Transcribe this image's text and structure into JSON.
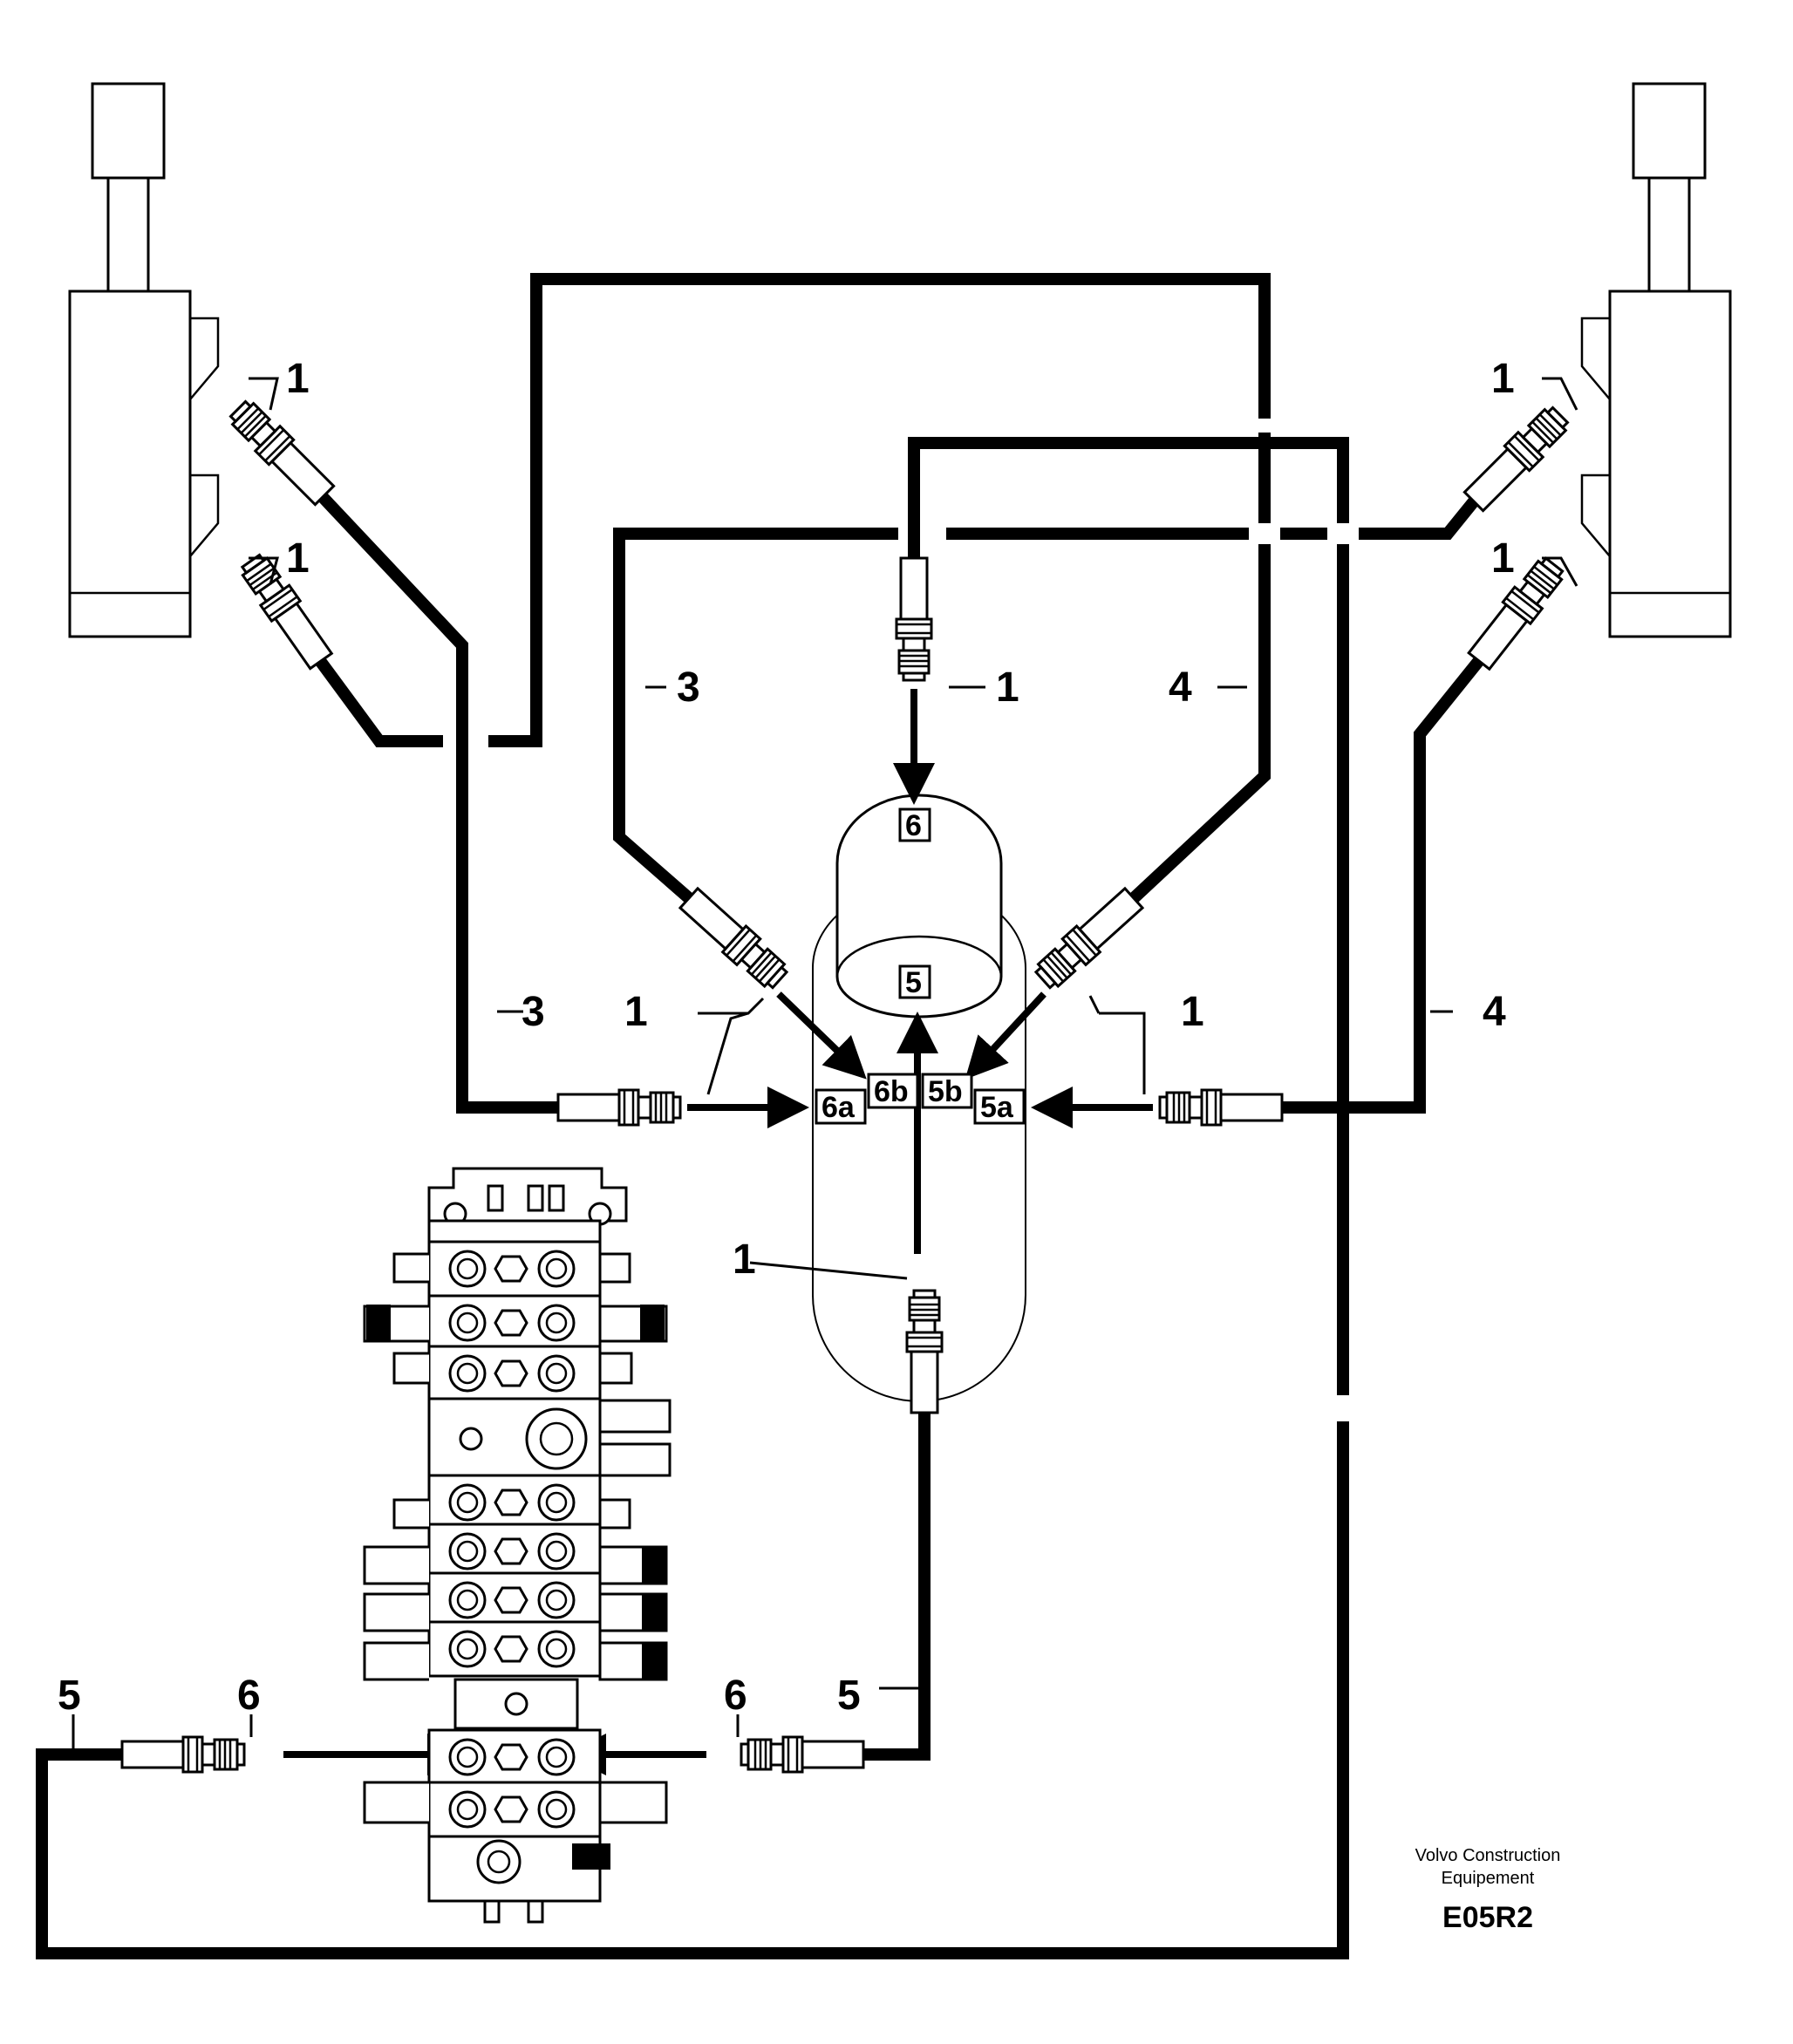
{
  "callouts": {
    "c1_left_top": "1",
    "c1_left_bottom": "1",
    "c1_right_top": "1",
    "c1_right_bottom": "1",
    "c1_top_center": "1",
    "c1_mid_left": "1",
    "c1_mid_right": "1",
    "c1_lower_center": "1",
    "c3_upper": "3",
    "c3_lower": "3",
    "c4_upper": "4",
    "c4_lower": "4",
    "c5_left": "5",
    "c5_right": "5",
    "c6_left": "6",
    "c6_right": "6"
  },
  "ports": {
    "p6": "6",
    "p5": "5",
    "p6a": "6a",
    "p6b": "6b",
    "p5b": "5b",
    "p5a": "5a"
  },
  "footer": {
    "brand_line1": "Volvo Construction",
    "brand_line2": "Equipement",
    "code": "E05R2"
  }
}
